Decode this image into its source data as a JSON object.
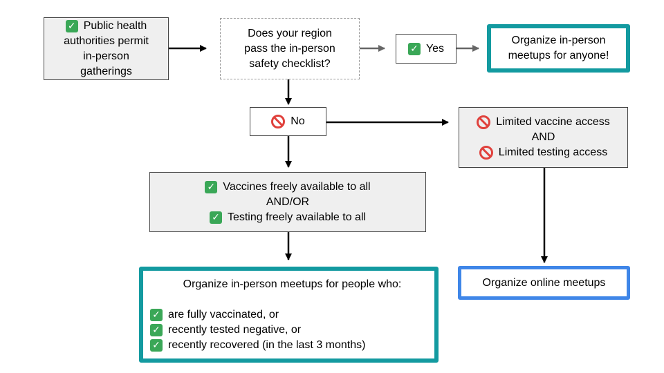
{
  "nodes": {
    "permit": {
      "icon": "check-icon",
      "lines": [
        "Public health",
        "authorities permit",
        "in-person",
        "gatherings"
      ]
    },
    "question": {
      "lines": [
        "Does your region",
        "pass the in-person",
        "safety checklist?"
      ]
    },
    "yes": {
      "icon": "check-icon",
      "label": "Yes"
    },
    "anyone": {
      "lines": [
        "Organize in-person",
        "meetups for anyone!"
      ]
    },
    "no": {
      "icon": "no-entry-icon",
      "label": "No"
    },
    "limited": {
      "line1": "Limited vaccine access",
      "line2": "AND",
      "line3": "Limited testing access"
    },
    "available": {
      "line1": "Vaccines freely available to all",
      "line2": "AND/OR",
      "line3": "Testing freely available to all"
    },
    "restricted": {
      "title": "Organize in-person meetups for people who:",
      "items": [
        "are fully vaccinated, or",
        "recently tested negative, or",
        "recently recovered (in the last 3 months)"
      ]
    },
    "online": {
      "label": "Organize online meetups"
    }
  },
  "colors": {
    "teal_border": "#139aa0",
    "blue_border": "#3f86e8",
    "gray_fill": "#efefef",
    "check_green": "#3aa757",
    "no_red": "#e0413c",
    "gray_arrow": "#666666"
  }
}
